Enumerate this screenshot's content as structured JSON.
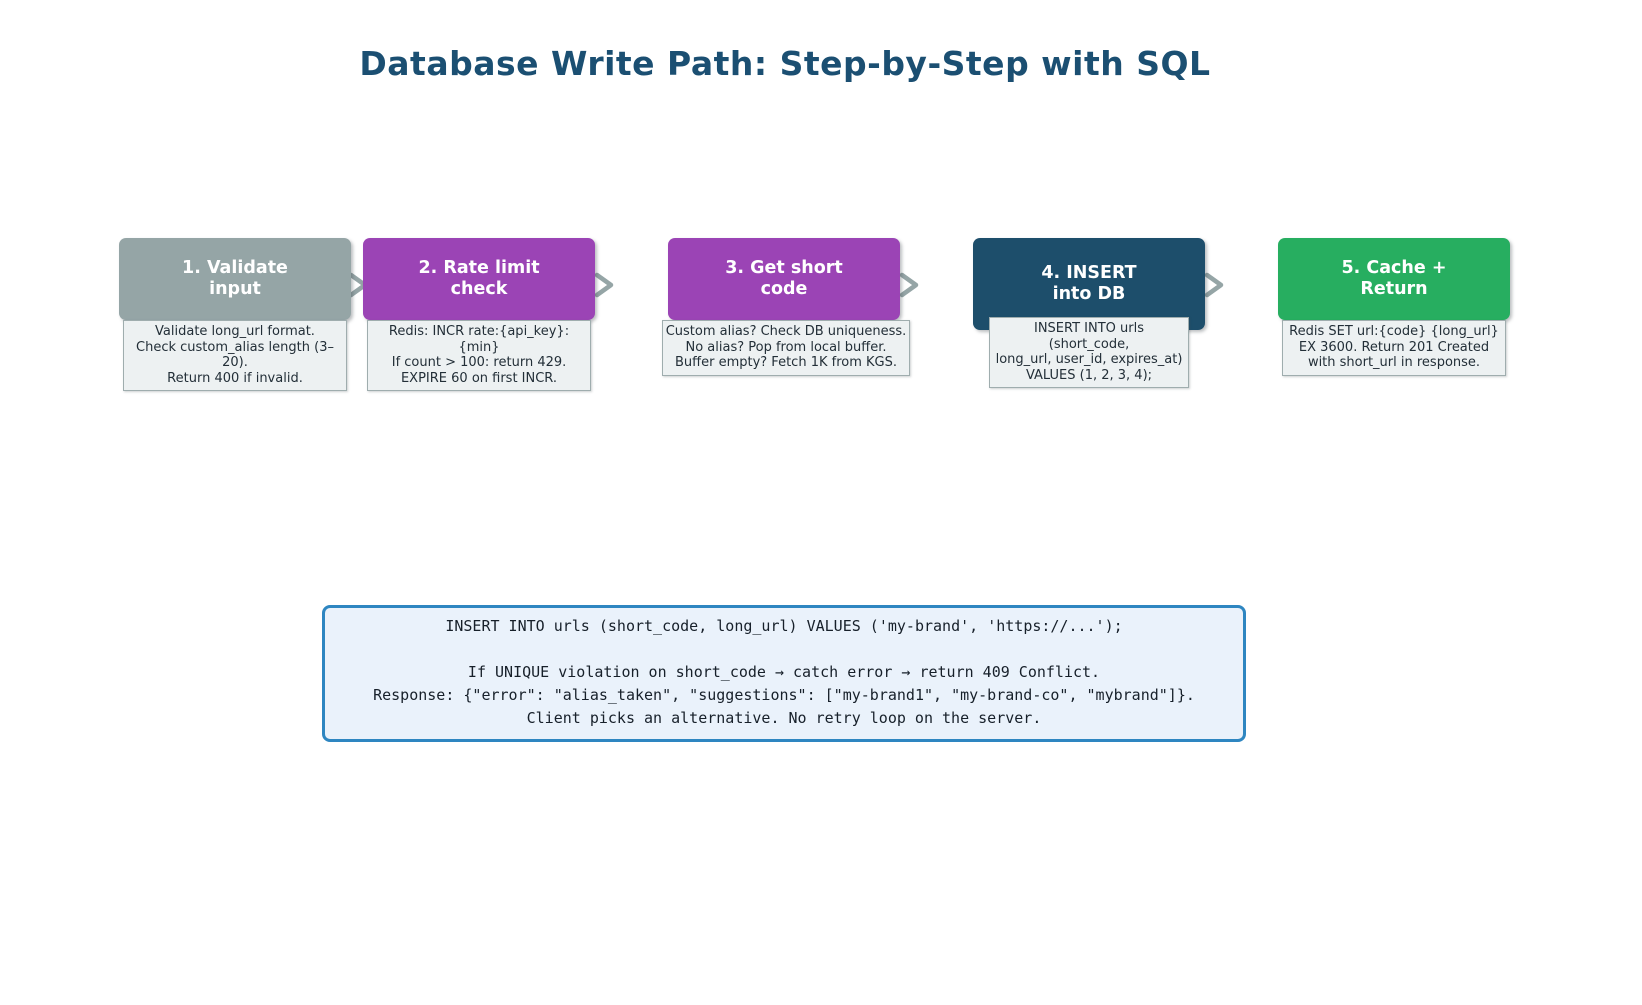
{
  "title": "Database Write Path: Step-by-Step with SQL",
  "colors": {
    "title": "#1b4f72",
    "arrow": "#95a5a6",
    "caption_bg": "#edf1f2",
    "code_border": "#2e86c1",
    "code_bg": "#eaf2fb"
  },
  "steps": [
    {
      "label_line1": "1. Validate",
      "label_line2": "input",
      "color": "#95a5a6",
      "caption": [
        "Validate long_url format.",
        "Check custom_alias length (3–20).",
        "Return 400 if invalid."
      ]
    },
    {
      "label_line1": "2. Rate limit",
      "label_line2": "check",
      "color": "#9b44b5",
      "caption": [
        "Redis: INCR rate:{api_key}:{min}",
        "If count > 100: return 429.",
        "EXPIRE 60 on first INCR."
      ]
    },
    {
      "label_line1": "3. Get short",
      "label_line2": "code",
      "color": "#9b44b5",
      "caption": [
        "Custom alias? Check DB uniqueness.",
        "No alias? Pop from local buffer.",
        "Buffer empty? Fetch 1K from KGS."
      ]
    },
    {
      "label_line1": "4. INSERT",
      "label_line2": "into DB",
      "color": "#1d4e6b",
      "caption": [
        "INSERT INTO urls (short_code,",
        "long_url, user_id, expires_at)",
        "VALUES (1, 2, 3, 4);"
      ]
    },
    {
      "label_line1": "5. Cache +",
      "label_line2": "Return",
      "color": "#27ae60",
      "caption": [
        "Redis SET url:{code} {long_url}",
        "EX 3600. Return 201 Created",
        "with short_url in response."
      ]
    }
  ],
  "code": {
    "lines": [
      "INSERT INTO urls (short_code, long_url) VALUES ('my-brand', 'https://...');",
      "",
      "If UNIQUE violation on short_code → catch error → return 409 Conflict.",
      "Response: {\"error\": \"alias_taken\", \"suggestions\": [\"my-brand1\", \"my-brand-co\", \"mybrand\"]}.",
      "Client picks an alternative. No retry loop on the server."
    ]
  }
}
